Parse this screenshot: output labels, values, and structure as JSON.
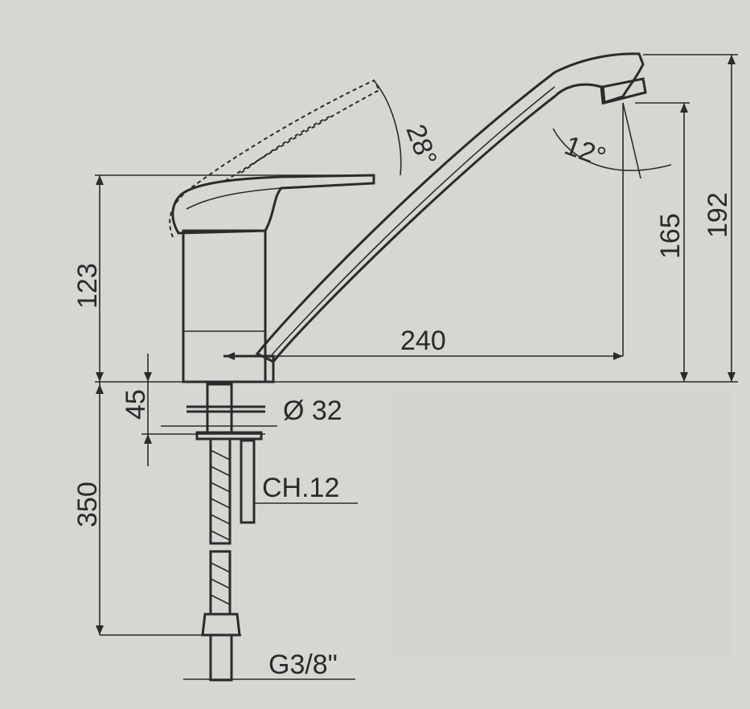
{
  "labels": {
    "handle_angle": "28°",
    "spout_angle": "12°",
    "spout_outlet_height": "165",
    "total_height": "192",
    "body_height": "123",
    "spout_reach": "240",
    "shank_length": "45",
    "diameter": "Ø 32",
    "wrench_size": "CH.12",
    "hose_length": "350",
    "thread": "G3/8\""
  },
  "colors": {
    "paper": "#d7d6d3",
    "ink": "#2b2b2b"
  }
}
